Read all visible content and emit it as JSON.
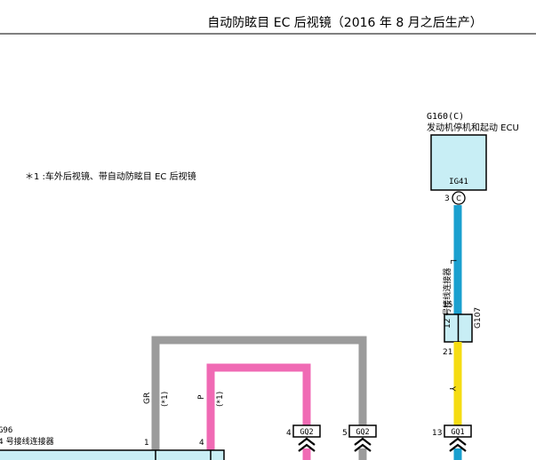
{
  "title": "自动防眩目 EC 后视镜（2016 年 8 月之后生产）",
  "note": "＊1 :车外后视镜、带自动防眩目 EC 后视镜",
  "ecu": {
    "code": "G160(C)",
    "name": "发动机停机和起动 ECU",
    "label": "IG41",
    "pin": "3",
    "pin_letter": "C"
  },
  "connector_g107": {
    "code": "G107",
    "name": "12 号接线连接器",
    "pin_top": "15",
    "pin_bottom": "21"
  },
  "connector_g96": {
    "code": "G96",
    "name": "4 号接线连接器",
    "pin_gr": "1",
    "pin_p": "4"
  },
  "wires": {
    "gr_color_code": "GR",
    "p_color_code": "P",
    "l_color_code": "L",
    "y_color_code": "Y",
    "gr_note": "(*1)",
    "p_note": "(*1)",
    "colors": {
      "gray": "#9b9b9b",
      "pink": "#f06ab4",
      "blue": "#1aa0cf",
      "yellow": "#f5dc12",
      "box_fill": "#c8eef5"
    }
  },
  "junctions": [
    {
      "pin": "4",
      "label": "GQ2"
    },
    {
      "pin": "5",
      "label": "GQ2"
    },
    {
      "pin": "13",
      "label": "GQ1"
    }
  ]
}
